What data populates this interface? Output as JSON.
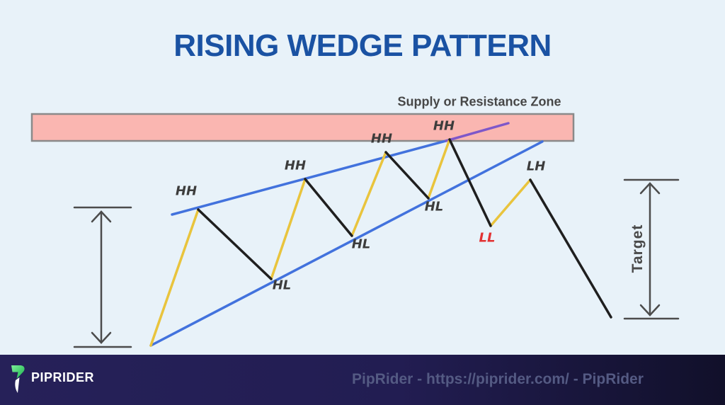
{
  "title": "RISING WEDGE PATTERN",
  "diagram": {
    "zone_label": "Supply or Resistance Zone",
    "target_label": "Target",
    "point_labels": [
      {
        "id": "hh1",
        "text": "HH"
      },
      {
        "id": "hh2",
        "text": "HH"
      },
      {
        "id": "hh3",
        "text": "HH"
      },
      {
        "id": "hh4",
        "text": "HH"
      },
      {
        "id": "hl1",
        "text": "HL"
      },
      {
        "id": "hl2",
        "text": "HL"
      },
      {
        "id": "hl3",
        "text": "HL"
      },
      {
        "id": "ll",
        "text": "LL"
      },
      {
        "id": "lh",
        "text": "LH"
      }
    ]
  },
  "footer": {
    "brand": "PIPRIDER",
    "credit": "PipRider - https://piprider.com/ - PipRider"
  },
  "colors": {
    "background": "#e8f2f9",
    "title": "#1a52a3",
    "zone_fill": "#fab6b1",
    "zone_border": "#8a8a8a",
    "trendline_blue": "#4272dd",
    "breakout_purple": "#7e57c9",
    "up_leg_yellow": "#e9c43d",
    "down_leg_black": "#1f1f1f",
    "measure_arrow_gray": "#4c4c4c",
    "point_label": "#3c3c3c",
    "lower_low_red": "#e23232",
    "footer_bg_left": "#262159",
    "footer_bg_right": "#11102a",
    "footer_credit_text": "#545a83",
    "logo_green": "#22c55e"
  }
}
